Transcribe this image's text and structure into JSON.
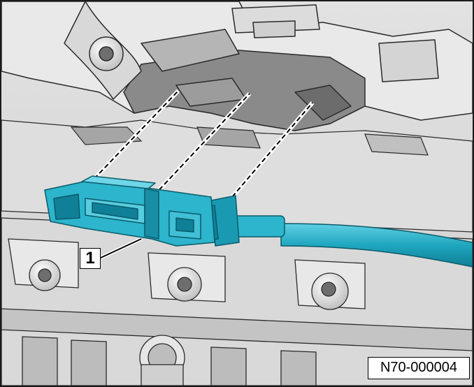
{
  "figure": {
    "callout_number": "1",
    "figure_id": "N70-000004"
  },
  "colors": {
    "part_highlight": "#1fa6bf",
    "part_highlight_dark": "#0f7f95",
    "housing_light": "#efefef",
    "housing_mid": "#c9c9c9",
    "housing_dark": "#7a7a7a",
    "outline": "#2a2a2a"
  },
  "icons": {
    "connector": "cable-connector-clip",
    "cable": "bowden-cable"
  }
}
